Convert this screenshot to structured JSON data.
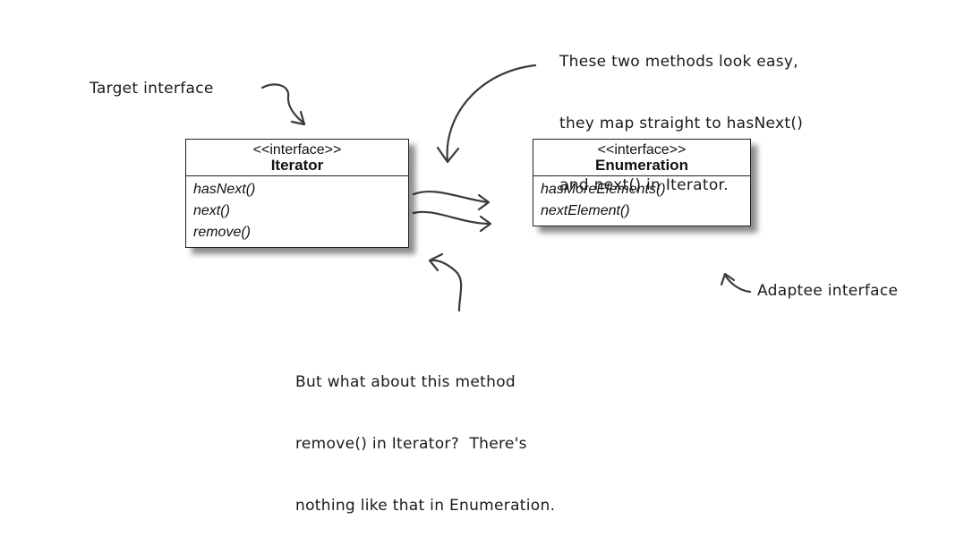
{
  "iterator_box": {
    "stereotype": "<<interface>>",
    "name": "Iterator",
    "methods": [
      "hasNext()",
      "next()",
      "remove()"
    ]
  },
  "enumeration_box": {
    "stereotype": "<<interface>>",
    "name": "Enumeration",
    "methods": [
      "hasMoreElements()",
      "nextElement()"
    ]
  },
  "annotations": {
    "target_interface": "Target interface",
    "adaptee_interface": "Adaptee interface",
    "easy_methods": [
      "These two methods look easy,",
      "they map straight to hasNext()",
      "and next() in Iterator."
    ],
    "remove_question": [
      "But what about this method",
      "remove() in Iterator?  There's",
      "nothing like that in Enumeration."
    ]
  }
}
